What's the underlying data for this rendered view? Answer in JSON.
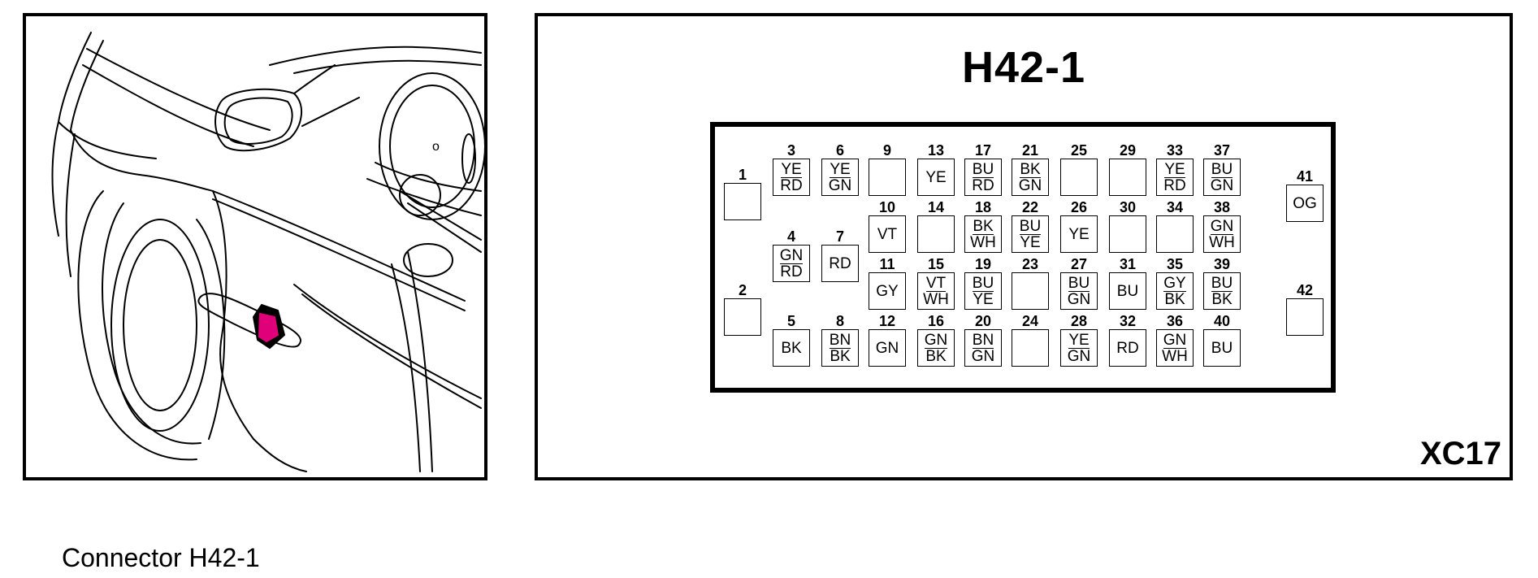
{
  "connector": {
    "title": "H42-1",
    "code": "XC17",
    "caption": "Connector H42-1",
    "highlight_color": "#e0007a",
    "pins": [
      {
        "number": "1",
        "codes": []
      },
      {
        "number": "2",
        "codes": []
      },
      {
        "number": "3",
        "codes": [
          "YE",
          "RD"
        ]
      },
      {
        "number": "4",
        "codes": [
          "GN",
          "RD"
        ]
      },
      {
        "number": "5",
        "codes": [
          "BK"
        ]
      },
      {
        "number": "6",
        "codes": [
          "YE",
          "GN"
        ]
      },
      {
        "number": "7",
        "codes": [
          "RD"
        ]
      },
      {
        "number": "8",
        "codes": [
          "BN",
          "BK"
        ]
      },
      {
        "number": "9",
        "codes": []
      },
      {
        "number": "10",
        "codes": [
          "VT"
        ]
      },
      {
        "number": "11",
        "codes": [
          "GY"
        ]
      },
      {
        "number": "12",
        "codes": [
          "GN"
        ]
      },
      {
        "number": "13",
        "codes": [
          "YE"
        ]
      },
      {
        "number": "14",
        "codes": []
      },
      {
        "number": "15",
        "codes": [
          "VT",
          "WH"
        ]
      },
      {
        "number": "16",
        "codes": [
          "GN",
          "BK"
        ]
      },
      {
        "number": "17",
        "codes": [
          "BU",
          "RD"
        ]
      },
      {
        "number": "18",
        "codes": [
          "BK",
          "WH"
        ]
      },
      {
        "number": "19",
        "codes": [
          "BU",
          "YE"
        ]
      },
      {
        "number": "20",
        "codes": [
          "BN",
          "GN"
        ]
      },
      {
        "number": "21",
        "codes": [
          "BK",
          "GN"
        ]
      },
      {
        "number": "22",
        "codes": [
          "BU",
          "YE"
        ]
      },
      {
        "number": "23",
        "codes": []
      },
      {
        "number": "24",
        "codes": []
      },
      {
        "number": "25",
        "codes": []
      },
      {
        "number": "26",
        "codes": [
          "YE"
        ]
      },
      {
        "number": "27",
        "codes": [
          "BU",
          "GN"
        ]
      },
      {
        "number": "28",
        "codes": [
          "YE",
          "GN"
        ]
      },
      {
        "number": "29",
        "codes": []
      },
      {
        "number": "30",
        "codes": []
      },
      {
        "number": "31",
        "codes": [
          "BU"
        ]
      },
      {
        "number": "32",
        "codes": [
          "RD"
        ]
      },
      {
        "number": "33",
        "codes": [
          "YE",
          "RD"
        ]
      },
      {
        "number": "34",
        "codes": []
      },
      {
        "number": "35",
        "codes": [
          "GY",
          "BK"
        ]
      },
      {
        "number": "36",
        "codes": [
          "GN",
          "WH"
        ]
      },
      {
        "number": "37",
        "codes": [
          "BU",
          "GN"
        ]
      },
      {
        "number": "38",
        "codes": [
          "GN",
          "WH"
        ]
      },
      {
        "number": "39",
        "codes": [
          "BU",
          "BK"
        ]
      },
      {
        "number": "40",
        "codes": [
          "BU"
        ]
      },
      {
        "number": "41",
        "codes": [
          "OG"
        ]
      },
      {
        "number": "42",
        "codes": []
      }
    ]
  }
}
